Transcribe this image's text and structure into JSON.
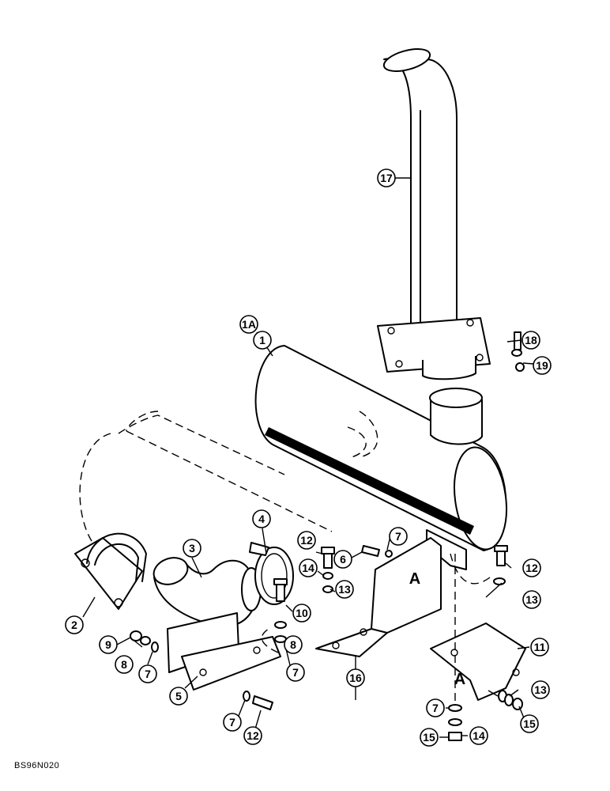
{
  "callouts": {
    "c1a": "1A",
    "c1": "1",
    "c2": "2",
    "c3": "3",
    "c4": "4",
    "c5": "5",
    "c6": "6",
    "c7a": "7",
    "c7b": "7",
    "c7c": "7",
    "c7d": "7",
    "c7e": "7",
    "c8a": "8",
    "c8b": "8",
    "c9": "9",
    "c10": "10",
    "c11": "11",
    "c12a": "12",
    "c12b": "12",
    "c12c": "12",
    "c13a": "13",
    "c13b": "13",
    "c13c": "13",
    "c14a": "14",
    "c14b": "14",
    "c15a": "15",
    "c15b": "15",
    "c16": "16",
    "c17": "17",
    "c18": "18",
    "c19": "19"
  },
  "view_markers": {
    "a1": "A",
    "a2": "A"
  },
  "drawing_code": "BS96N020"
}
